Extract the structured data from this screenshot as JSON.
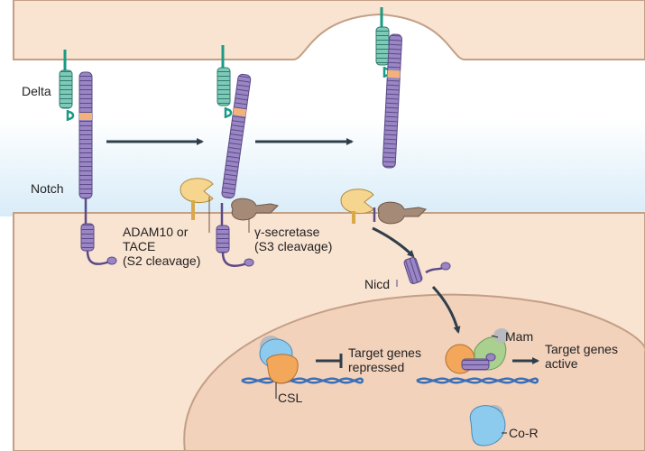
{
  "labels": {
    "delta": "Delta",
    "notch": "Notch",
    "adam_line1": "ADAM10 or",
    "adam_line2": "TACE",
    "adam_line3": "(S2 cleavage)",
    "gamma_line1": "γ-secretase",
    "gamma_line2": "(S3 cleavage)",
    "nicd": "Nicd",
    "mam": "Mam",
    "repressed_line1": "Target genes",
    "repressed_line2": "repressed",
    "active_line1": "Target genes",
    "active_line2": "active",
    "csl": "CSL",
    "cor": "Co-R"
  },
  "colors": {
    "upper_cell": "#f9e3d1",
    "cell_border": "#c39f86",
    "notch": "#9a86c4",
    "notch_dark": "#5a4a86",
    "delta": "#7ecab8",
    "delta_stem": "#1a9b83",
    "nrr_band": "#f2b27c",
    "adam": "#f6d58e",
    "gamma": "#a58a78",
    "csl": "#f3a75b",
    "cor_blue": "#8ccbee",
    "grey_subunit": "#b8babd",
    "mam": "#a9d08f",
    "dna": "#3a6fb7",
    "arrow": "#2f3e4a"
  }
}
